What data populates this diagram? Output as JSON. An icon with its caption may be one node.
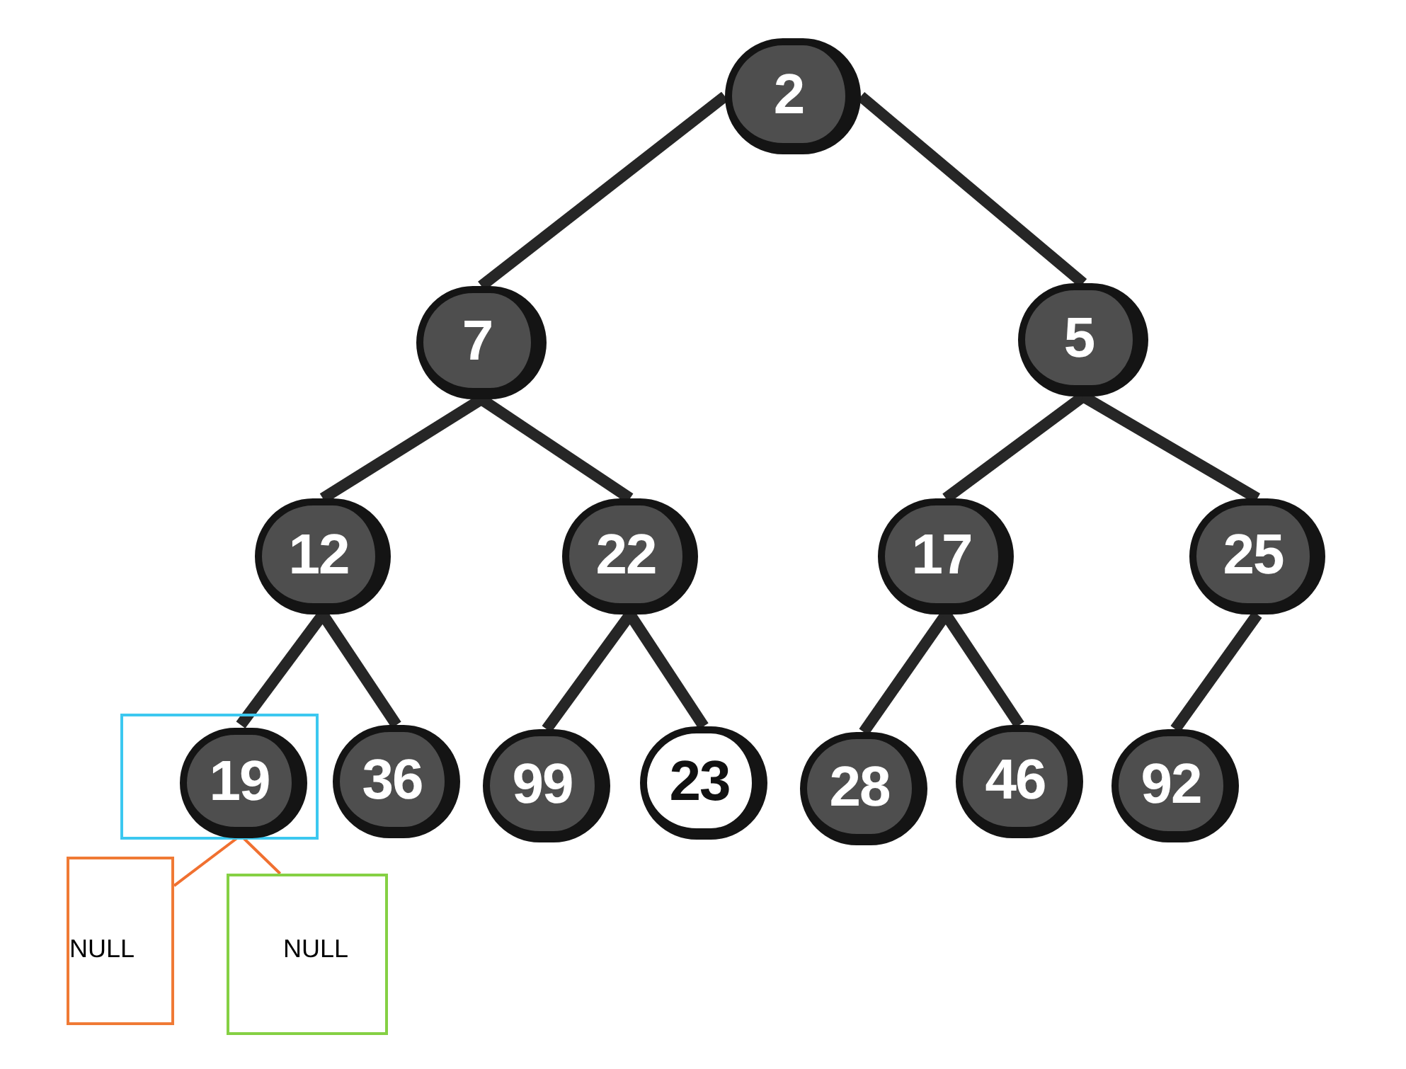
{
  "diagram": {
    "nodes": [
      {
        "text": [
          "2"
        ]
      },
      {
        "text": [
          "7"
        ]
      },
      {
        "text": [
          "5"
        ]
      },
      {
        "text": [
          "12"
        ]
      },
      {
        "text": [
          "22"
        ]
      },
      {
        "text": [
          "17"
        ]
      },
      {
        "text": [
          "25"
        ]
      },
      {
        "text": [],
        "shape": "box"
      },
      {
        "text": [
          "19"
        ],
        "in": 7
      },
      {
        "text": [
          "36"
        ]
      },
      {
        "text": [
          "99"
        ]
      },
      {
        "text": [
          "23"
        ]
      },
      {
        "text": [
          "28"
        ]
      },
      {
        "text": [
          "46"
        ]
      },
      {
        "text": [
          "92"
        ]
      },
      {
        "text": [
          "NULL"
        ]
      },
      {
        "text": [
          "NULL"
        ]
      }
    ],
    "edges": [
      {
        "from": 0,
        "to": 1,
        "arrow": "none"
      },
      {
        "from": 0,
        "to": 2,
        "arrow": "none"
      },
      {
        "from": 1,
        "to": 3,
        "arrow": "none"
      },
      {
        "from": 1,
        "to": 4,
        "arrow": "none"
      },
      {
        "from": 2,
        "to": 5,
        "arrow": "none"
      },
      {
        "from": 2,
        "to": 6,
        "arrow": "none"
      },
      {
        "from": 3,
        "to": 8,
        "arrow": "none"
      },
      {
        "from": 3,
        "to": 9,
        "arrow": "none"
      },
      {
        "from": 4,
        "to": 10,
        "arrow": "none"
      },
      {
        "from": 4,
        "to": 11,
        "arrow": "none"
      },
      {
        "from": 5,
        "to": 12,
        "arrow": "none"
      },
      {
        "from": 5,
        "to": 13,
        "arrow": "none"
      },
      {
        "from": 6,
        "to": 14,
        "arrow": "none"
      },
      {
        "from": 8,
        "to": 15,
        "arrow": "none",
        "color": "#f07030"
      },
      {
        "from": 8,
        "to": 16,
        "arrow": "none",
        "color": "#f07030"
      }
    ]
  }
}
